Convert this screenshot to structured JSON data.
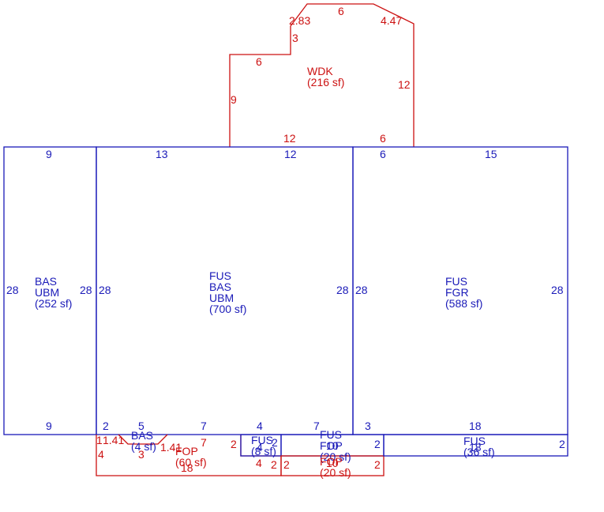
{
  "colors": {
    "living": "#1a1ab8",
    "porch": "#cc1111",
    "background": "#ffffff"
  },
  "wdk": {
    "code": "WDK",
    "area": "(216 sf)",
    "dims": {
      "top": "6",
      "top_left": "2.83",
      "top_right": "4.47",
      "upper_left": "3",
      "step": "6",
      "left": "9",
      "right": "12",
      "bottom_left": "12",
      "bottom_right": "6"
    }
  },
  "bas_left": {
    "codes": [
      "BAS",
      "UBM"
    ],
    "area": "(252 sf)",
    "dims": {
      "top": "9",
      "bottom": "9",
      "left": "28",
      "right": "28"
    }
  },
  "main": {
    "codes": [
      "FUS",
      "BAS",
      "UBM"
    ],
    "area": "(700 sf)",
    "dims": {
      "top_left": "13",
      "top_right": "12",
      "left": "28",
      "right": "28",
      "bottom": [
        "2",
        "5",
        "7",
        "4",
        "7"
      ]
    }
  },
  "fgr": {
    "codes": [
      "FUS",
      "FGR"
    ],
    "area": "(588 sf)",
    "dims": {
      "top_left": "6",
      "top_right": "15",
      "left": "28",
      "right": "28",
      "bottom_left": "3",
      "bottom": "18"
    }
  },
  "small_bottom": {
    "bas_small": {
      "codes": [
        "BAS"
      ],
      "area": "(4 sf)"
    },
    "fop_main": {
      "code": "FOP",
      "area": "(60 sf)",
      "dims": {
        "bottom": "18",
        "left": "4",
        "top": "7",
        "right": "2",
        "inner": "4",
        "small": "2",
        "diag_left": "1.41",
        "diag_right": "1.41",
        "mid": "3",
        "one": "1"
      }
    },
    "fus_small": {
      "code": "FUS",
      "area": "(8 sf)",
      "dims": {
        "left": "4",
        "right": "2"
      }
    },
    "fus_fop": {
      "codes": [
        "FUS",
        "FOP"
      ],
      "area_a": "(20 sf)",
      "area_b": "(20 sf)",
      "dims": {
        "top": "10",
        "top2": "10",
        "left": "2",
        "right": "2",
        "bottom": "10"
      }
    },
    "fus_right": {
      "code": "FUS",
      "area": "(36 sf)",
      "dims": {
        "top": "18",
        "right": "2",
        "left": "2"
      }
    }
  }
}
